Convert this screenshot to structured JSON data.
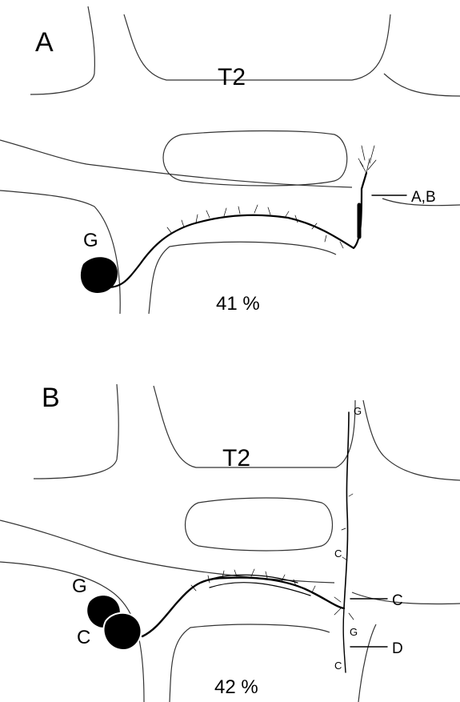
{
  "panels": [
    {
      "letter": "A",
      "ganglion_label": "T2",
      "cell_labels": [
        "G"
      ],
      "axon_labels": [
        "A,B"
      ],
      "percentage": "41 %"
    },
    {
      "letter": "B",
      "ganglion_label": "T2",
      "cell_labels": [
        "G",
        "C"
      ],
      "axon_labels": [
        "C",
        "D"
      ],
      "connective_labels": [
        "G",
        "C",
        "G",
        "C"
      ],
      "percentage": "42 %"
    }
  ],
  "colors": {
    "ink": "#000000",
    "outline": "#333333",
    "background": "#ffffff"
  }
}
